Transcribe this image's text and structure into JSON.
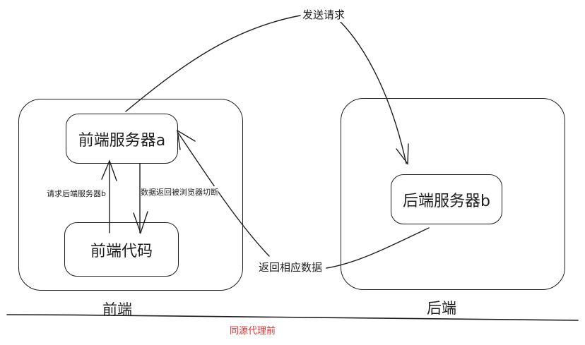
{
  "diagram": {
    "frontend_group": {
      "label": "前端"
    },
    "backend_group": {
      "label": "后端"
    },
    "nodes": {
      "frontend_server": "前端服务器a",
      "frontend_code": "前端代码",
      "backend_server": "后端服务器b"
    },
    "edges": {
      "send_request": "发送请求",
      "return_data": "返回相应数据",
      "request_backend": "请求后端服务器b",
      "data_blocked": "数据返回被浏览器切断"
    },
    "caption": "同源代理前",
    "colors": {
      "stroke": "#1e1e1e",
      "caption": "#e03131"
    }
  }
}
